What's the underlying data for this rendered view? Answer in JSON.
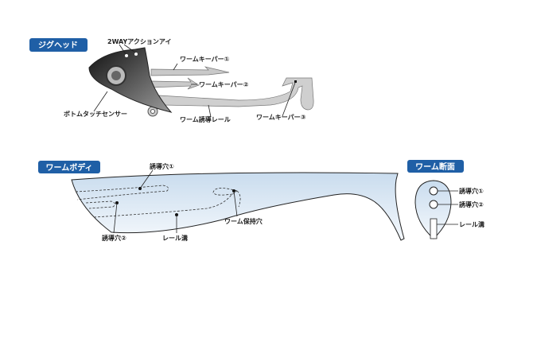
{
  "colors": {
    "badge": "#1f5fa6",
    "body_fill": "#e2edf7",
    "head": "#3a3a3a",
    "rail": "#c9c9c9"
  },
  "jighead": {
    "title": "ジグヘッド",
    "labels": {
      "eye": "2WAYアクションアイ",
      "keeper1": "ワームキーパー①",
      "keeper2": "ワームキーパー②",
      "keeper3": "ワームキーパー③",
      "sensor": "ボトムタッチセンサー",
      "rail": "ワーム誘導レール"
    }
  },
  "worm_body": {
    "title": "ワームボディ",
    "labels": {
      "hole1": "誘導穴①",
      "hole2": "誘導穴②",
      "groove": "レール溝",
      "hold": "ワーム保持穴"
    }
  },
  "cross_section": {
    "title": "ワーム断面",
    "labels": {
      "hole1": "誘導穴①",
      "hole2": "誘導穴②",
      "groove": "レール溝"
    }
  }
}
